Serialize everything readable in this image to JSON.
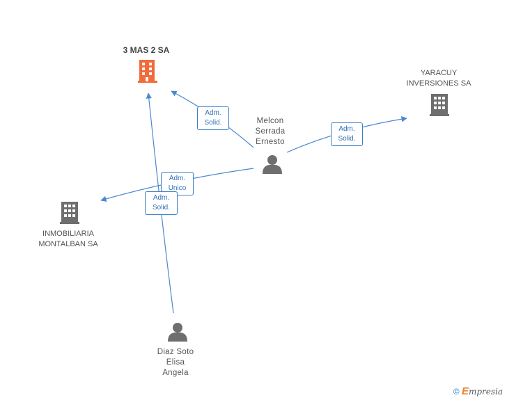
{
  "colors": {
    "edge": "#4a88cf",
    "company_main": "#f26b3a",
    "company": "#6e6e6e",
    "person": "#6e6e6e"
  },
  "nodes": {
    "main_company": {
      "name": "3 MAS 2 SA",
      "icon": "building-icon"
    },
    "yaracuy": {
      "line1": "YARACUY",
      "line2": "INVERSIONES SA",
      "icon": "building-icon"
    },
    "inmobiliaria": {
      "line1": "INMOBILIARIA",
      "line2": "MONTALBAN SA",
      "icon": "building-icon"
    },
    "melcon": {
      "line1": "Melcon",
      "line2": "Serrada",
      "line3": "Ernesto",
      "icon": "person-icon"
    },
    "diaz": {
      "line1": "Diaz Soto",
      "line2": "Elisa",
      "line3": "Angela",
      "icon": "person-icon"
    }
  },
  "edges": {
    "melcon_main": {
      "line1": "Adm.",
      "line2": "Solid."
    },
    "melcon_yaracuy": {
      "line1": "Adm.",
      "line2": "Solid."
    },
    "melcon_inmobiliaria": {
      "line1": "Adm.",
      "line2": "Unico"
    },
    "diaz_main": {
      "line1": "Adm.",
      "line2": "Solid."
    }
  },
  "footer": {
    "copyright": "©",
    "brand_initial": "E",
    "brand_rest": "mpresia"
  }
}
